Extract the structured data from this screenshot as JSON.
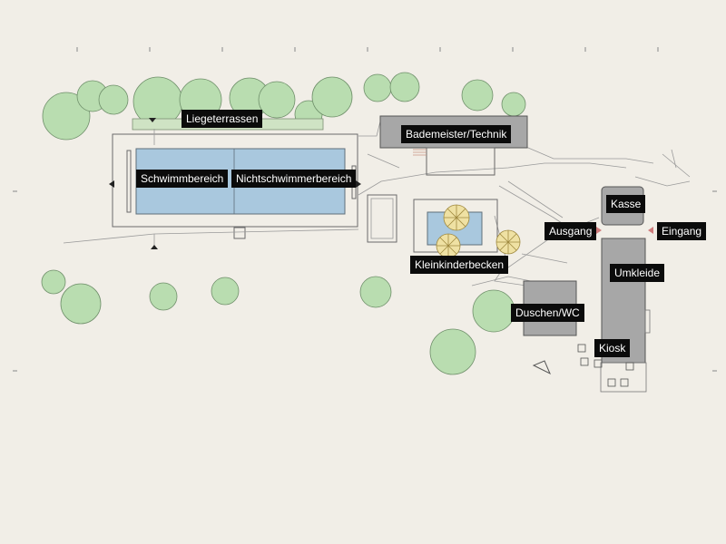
{
  "labels": {
    "liegeterrassen": "Liegeterrassen",
    "bademeister": "Bademeister/Technik",
    "schwimmbereich": "Schwimmbereich",
    "nichtschwimmer": "Nichtschwimmerbereich",
    "kasse": "Kasse",
    "ausgang": "Ausgang",
    "eingang": "Eingang",
    "kleinkinderbecken": "Kleinkinderbecken",
    "umkleide": "Umkleide",
    "duschen": "Duschen/WC",
    "kiosk": "Kiosk"
  },
  "colors": {
    "background": "#f1eee7",
    "water": "#a9c8de",
    "building": "#a7a7a7",
    "tree": "#b9ddb0",
    "umbrella": "#efe1a3",
    "label_bg": "#0b0b0b",
    "label_text": "#ffffff",
    "entrance_marker": "#d07c7c"
  }
}
